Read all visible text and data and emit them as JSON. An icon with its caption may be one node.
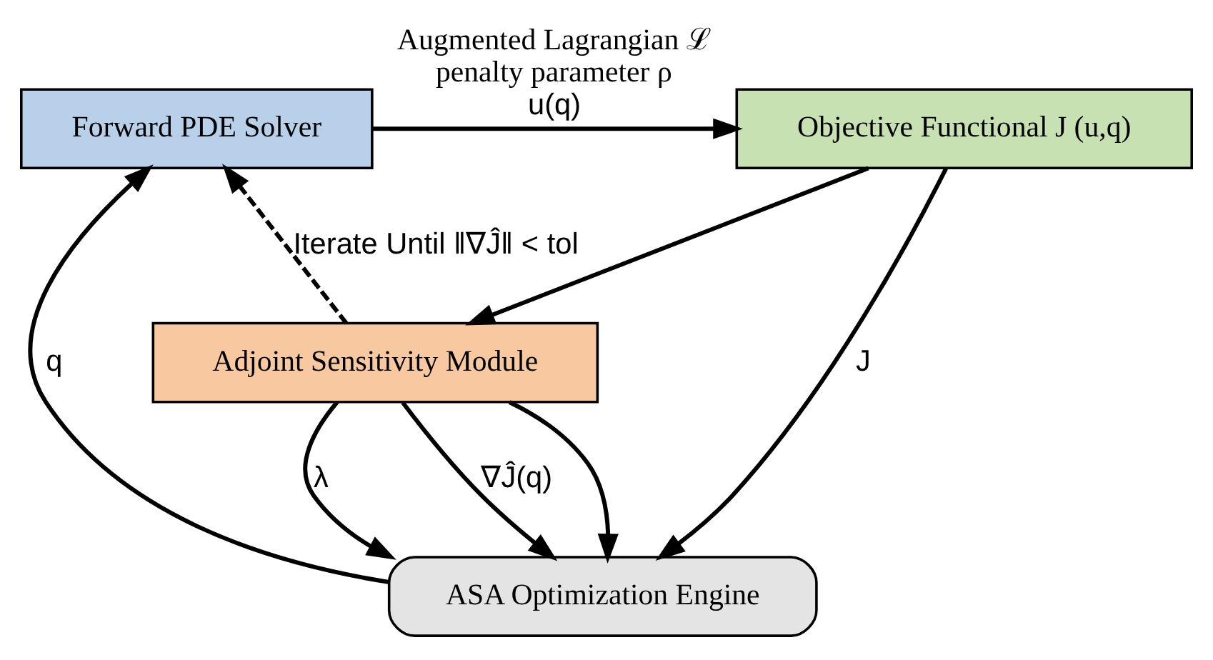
{
  "diagram": {
    "nodes": [
      {
        "text": [
          "Forward PDE Solver"
        ]
      },
      {
        "text": [
          "Objective Functional J (u,q)"
        ],
        "beside": [
          "Augmented Lagrangian ℒ",
          "penalty parameter ρ"
        ]
      },
      {
        "text": [
          "ASA Optimization Engine"
        ]
      },
      {
        "text": [
          "Adjoint Sensitivity Module"
        ]
      }
    ],
    "edges": [
      {
        "from": 0,
        "to": 1,
        "arrow": "to",
        "label": "u(q)"
      },
      {
        "from": 1,
        "to": 2,
        "arrow": "to",
        "label": "J"
      },
      {
        "from": 2,
        "to": 0,
        "arrow": "to",
        "label": "q"
      },
      {
        "from": 1,
        "to": 3,
        "arrow": "to"
      },
      {
        "from": 3,
        "to": 2,
        "arrow": "to",
        "label": "λ"
      },
      {
        "from": 3,
        "to": 2,
        "arrow": "to",
        "label": "∇Ĵ(q)"
      },
      {
        "from": 3,
        "to": 2,
        "arrow": "to"
      },
      {
        "from": 3,
        "to": 0,
        "arrow": "to",
        "style": "dashed",
        "label": "Iterate Until ‖∇Ĵ‖ < tol"
      }
    ]
  }
}
